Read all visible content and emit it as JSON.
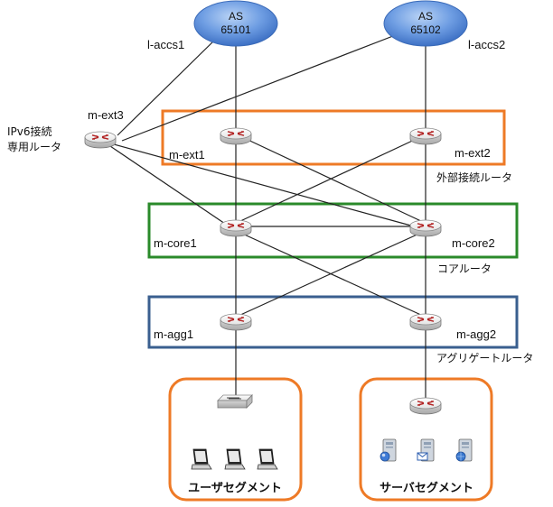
{
  "as_nodes": [
    {
      "id": "as1",
      "line1": "AS",
      "line2": "65101"
    },
    {
      "id": "as2",
      "line1": "AS",
      "line2": "65102"
    }
  ],
  "links_labels": {
    "accs1": "l-accs1",
    "accs2": "l-accs2"
  },
  "ipv6_router": {
    "name": "m-ext3",
    "desc_line1": "IPv6接続",
    "desc_line2": "専用ルータ"
  },
  "routers": {
    "ext1": "m-ext1",
    "ext2": "m-ext2",
    "core1": "m-core1",
    "core2": "m-core2",
    "agg1": "m-agg1",
    "agg2": "m-agg2"
  },
  "groups": {
    "external": {
      "label": "外部接続ルータ",
      "color": "#ee7a26"
    },
    "core": {
      "label": "コアルータ",
      "color": "#2a8a2a"
    },
    "aggregate": {
      "label": "アグリゲートルータ",
      "color": "#3a5f8f"
    }
  },
  "segments": {
    "user": {
      "label": "ユーザセグメント",
      "color": "#ee7a26"
    },
    "server": {
      "label": "サーバセグメント",
      "color": "#ee7a26"
    }
  },
  "colors": {
    "cloud_fill": "#4f86d6",
    "router_top": "#f2f2f2",
    "router_body": "#cfcfcf",
    "link": "#222222"
  }
}
